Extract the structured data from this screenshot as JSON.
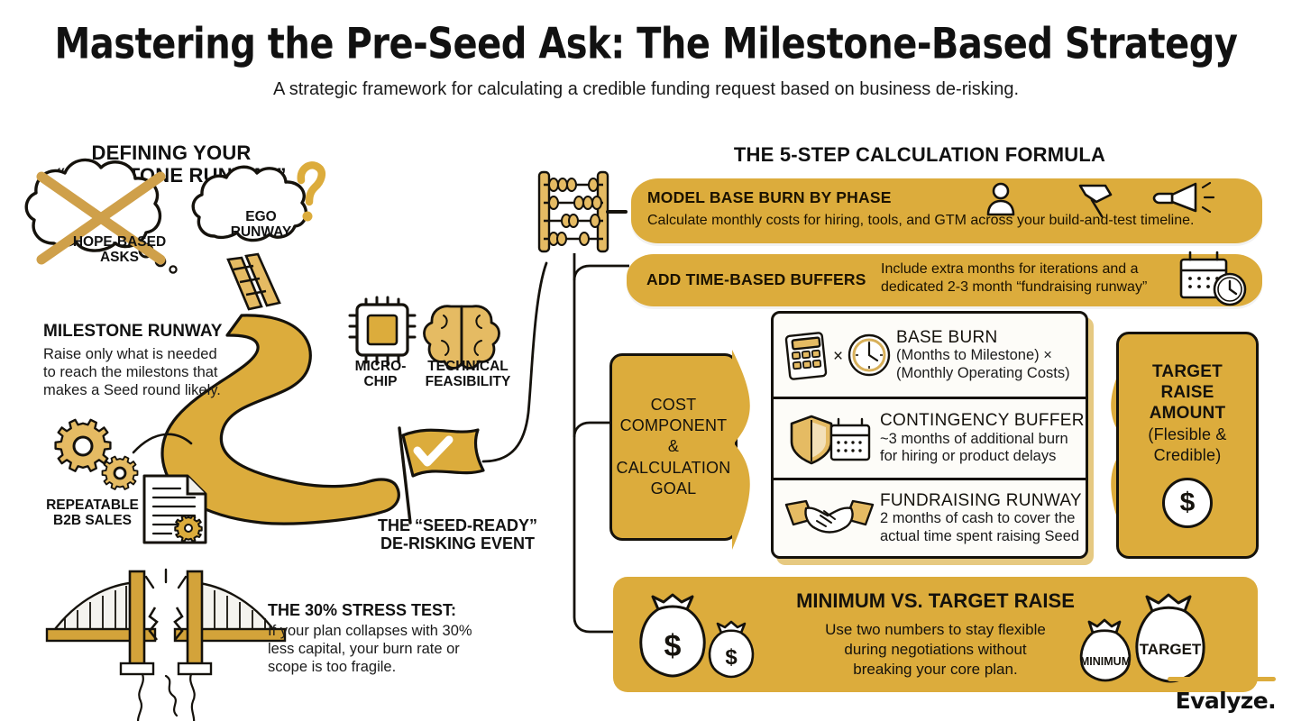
{
  "header": {
    "title": "Mastering the Pre-Seed Ask: The Milestone-Based Strategy",
    "subtitle": "A strategic framework for calculating a credible funding request based on business de-risking."
  },
  "left": {
    "heading_line1": "DEFINING YOUR",
    "heading_line2": "“MILESTONE RUNWAY”",
    "cloud_crossed": {
      "label_line1": "HOPE-BASED",
      "label_line2": "ASKS",
      "icon": "thought-cloud-crossed-out"
    },
    "cloud_ego": {
      "label_line1": "EGO",
      "label_line2": "RUNWAY",
      "icon": "thought-cloud-question-mark"
    },
    "milestone": {
      "title": "MILESTONE RUNWAY",
      "body_line1": "Raise only what is needed",
      "body_line2": "to reach the milestons that",
      "body_line3": "makes a Seed round likely."
    },
    "icons": [
      {
        "name": "microchip-icon",
        "label_line1": "MICRO-",
        "label_line2": "CHIP"
      },
      {
        "name": "brain-icon",
        "label_line1": "TECHNICAL",
        "label_line2": "FEASIBILITY"
      },
      {
        "name": "gears-document-icon",
        "label_line1": "REPEATABLE",
        "label_line2": "B2B SALES"
      }
    ],
    "flag": {
      "icon": "checkmark-flag-icon",
      "label_line1": "THE “SEED-READY”",
      "label_line2": "DE-RISKING EVENT"
    },
    "stress_test": {
      "icon": "broken-bridge-icon",
      "title": "THE 30% STRESS TEST:",
      "body_line1": "If your plan collapses with 30%",
      "body_line2": "less capital, your burn rate or",
      "body_line3": "scope is too fragile."
    }
  },
  "right": {
    "heading": "THE 5-STEP CALCULATION FORMULA",
    "abacus_icon": "abacus-icon",
    "bars": [
      {
        "title": "MODEL BASE BURN BY PHASE",
        "body": "Calculate monthly costs for hiring, tools, and GTM across your build-and-test timeline.",
        "icons": [
          "person-icon",
          "hammer-icon",
          "megaphone-icon"
        ]
      },
      {
        "title": "ADD TIME-BASED BUFFERS",
        "body_line1": "Include extra months for iterations and a",
        "body_line2": "dedicated 2-3 month “fundraising runway”",
        "icons": [
          "calendar-icon",
          "clock-icon"
        ]
      }
    ],
    "cost_box": {
      "line1": "COST",
      "line2": "COMPONENT",
      "line3": "&",
      "line4": "CALCULATION",
      "line5": "GOAL"
    },
    "card_rows": [
      {
        "title": "BASE BURN",
        "body_line1": "(Months to Milestone) ×",
        "body_line2": "(Monthly Operating Costs)",
        "icons": [
          "calculator-icon",
          "multiply-icon",
          "clock-icon"
        ]
      },
      {
        "title": "CONTINGENCY BUFFER",
        "body_line1": "~3 months of additional burn",
        "body_line2": "for hiring or product delays",
        "icons": [
          "shield-icon",
          "calendar-icon"
        ]
      },
      {
        "title": "FUNDRAISING RUNWAY",
        "body_line1": "2 months of cash to cover the",
        "body_line2": "actual time spent raising Seed",
        "icons": [
          "handshake-icon"
        ]
      }
    ],
    "target_box": {
      "line1": "TARGET",
      "line2": "RAISE",
      "line3": "AMOUNT",
      "line4": "(Flesible &",
      "line5": "Credible)",
      "badge": "$",
      "icon": "dollar-coin-icon"
    },
    "banner": {
      "title": "MINIMUM VS. TARGET RAISE",
      "body_line1": "Use two numbers to stay flexible",
      "body_line2": "during negotiations without",
      "body_line3": "breaking your core plan.",
      "bag_left_symbol": "$",
      "bag_left_small_symbol": "$",
      "bag_minimum_label": "MINIMUM",
      "bag_target_label": "TARGET",
      "icons": [
        "money-bag-icon",
        "money-bag-small-icon",
        "money-bag-minimum-icon",
        "money-bag-target-icon"
      ]
    }
  },
  "footer": {
    "logo": "Evalyze."
  },
  "colors": {
    "gold": "#dcac3c",
    "gold_light": "#e6c066",
    "gold_dark": "#c9972c",
    "ink": "#15120c",
    "paper": "#fdfcf8",
    "background": "#ffffff"
  }
}
